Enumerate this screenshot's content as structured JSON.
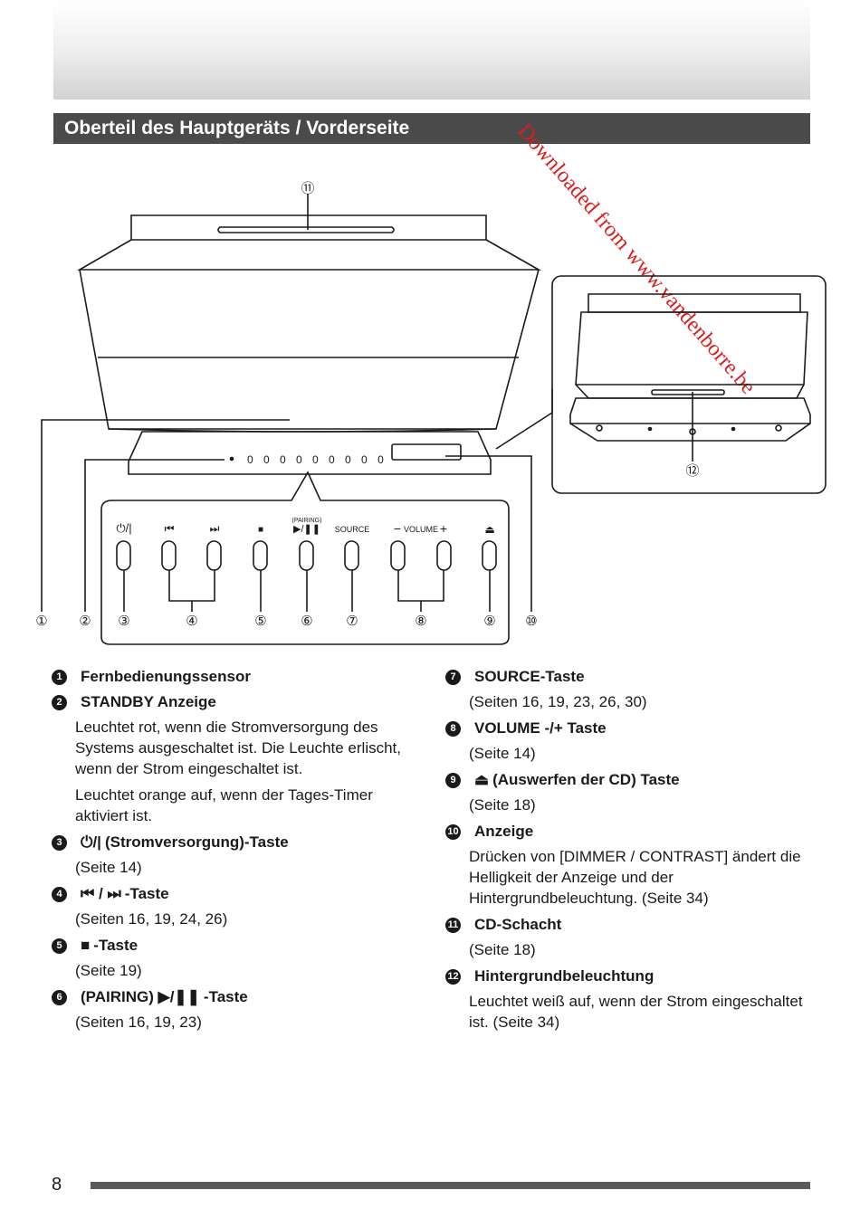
{
  "watermark": "Downloaded from www.vandenborre.be",
  "section_title": "Oberteil des Hauptgeräts / Vorderseite",
  "diagram": {
    "callouts": [
      "①",
      "②",
      "③",
      "④",
      "⑤",
      "⑥",
      "⑦",
      "⑧",
      "⑨",
      "⑩",
      "⑪",
      "⑫"
    ],
    "display_digits": "0 0 0 0 0 0 0 0 0",
    "button_labels": {
      "power": "⏻/|",
      "prev": "⏮",
      "next": "⏭",
      "stop": "■",
      "pairing_small": "(PAIRING)",
      "play": "▶/❚❚",
      "source": "SOURCE",
      "volume_minus": "−",
      "volume": "VOLUME",
      "volume_plus": "+",
      "eject": "⏏"
    }
  },
  "items_left": [
    {
      "num": "1",
      "title": "Fernbedienungssensor",
      "desc": []
    },
    {
      "num": "2",
      "title": "STANDBY Anzeige",
      "desc": [
        "Leuchtet rot, wenn die Stromversorgung des Systems ausgeschaltet ist. Die Leuchte erlischt, wenn der Strom eingeschaltet ist.",
        "Leuchtet orange auf, wenn der Tages-Timer aktiviert ist."
      ]
    },
    {
      "num": "3",
      "symbol": "⏻/|",
      "title": "(Stromversorgung)-Taste",
      "desc": [
        "(Seite 14)"
      ]
    },
    {
      "num": "4",
      "symbol": "⏮ / ⏭",
      "title": "-Taste",
      "desc": [
        "(Seiten 16, 19, 24, 26)"
      ]
    },
    {
      "num": "5",
      "symbol": "■",
      "title": "-Taste",
      "desc": [
        "(Seite 19)"
      ]
    },
    {
      "num": "6",
      "symbol": "(PAIRING) ▶/❚❚",
      "title": "-Taste",
      "desc": [
        "(Seiten 16, 19, 23)"
      ]
    }
  ],
  "items_right": [
    {
      "num": "7",
      "title": "SOURCE-Taste",
      "desc": [
        "(Seiten 16, 19, 23, 26, 30)"
      ]
    },
    {
      "num": "8",
      "title": "VOLUME -/+ Taste",
      "desc": [
        "(Seite 14)"
      ]
    },
    {
      "num": "9",
      "symbol": "⏏",
      "title": "(Auswerfen der CD) Taste",
      "desc": [
        "(Seite 18)"
      ]
    },
    {
      "num": "10",
      "title": "Anzeige",
      "desc": [
        "Drücken von [DIMMER / CONTRAST] ändert die Helligkeit der Anzeige und der Hintergrundbeleuchtung. (Seite 34)"
      ]
    },
    {
      "num": "11",
      "title": "CD-Schacht",
      "desc": [
        "(Seite 18)"
      ]
    },
    {
      "num": "12",
      "title": "Hintergrundbeleuchtung",
      "desc": [
        "Leuchtet weiß auf, wenn der Strom eingeschaltet ist. (Seite 34)"
      ]
    }
  ],
  "page_number": "8"
}
